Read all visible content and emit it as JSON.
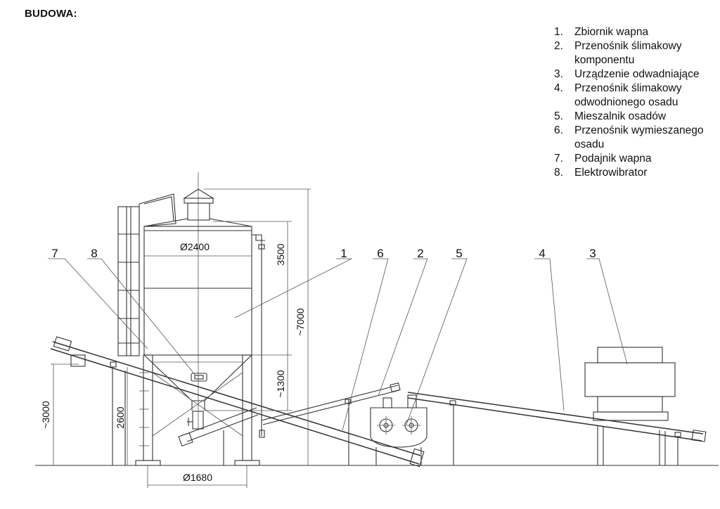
{
  "heading": "BUDOWA:",
  "legend": [
    {
      "num": "1.",
      "label": "Zbiornik wapna"
    },
    {
      "num": "2.",
      "label": "Przenośnik ślimakowy komponentu"
    },
    {
      "num": "3.",
      "label": "Urządzenie odwadniające"
    },
    {
      "num": "4.",
      "label": "Przenośnik ślimakowy odwodnionego osadu"
    },
    {
      "num": "5.",
      "label": "Mieszalnik osadów"
    },
    {
      "num": "6.",
      "label": "Przenośnik wymieszanego osadu"
    },
    {
      "num": "7.",
      "label": "Podajnik wapna"
    },
    {
      "num": "8.",
      "label": "Elektrowibrator"
    }
  ],
  "callouts": {
    "n1": "1",
    "n2": "2",
    "n3": "3",
    "n4": "4",
    "n5": "5",
    "n6": "6",
    "n7": "7",
    "n8": "8"
  },
  "dimensions": {
    "tank_diameter": "Ø2400",
    "cylinder_height": "3500",
    "total_height": "~7000",
    "cone_height": "~1300",
    "support_height": "2600",
    "feeder_height": "~3000",
    "base_diameter": "Ø1680"
  }
}
